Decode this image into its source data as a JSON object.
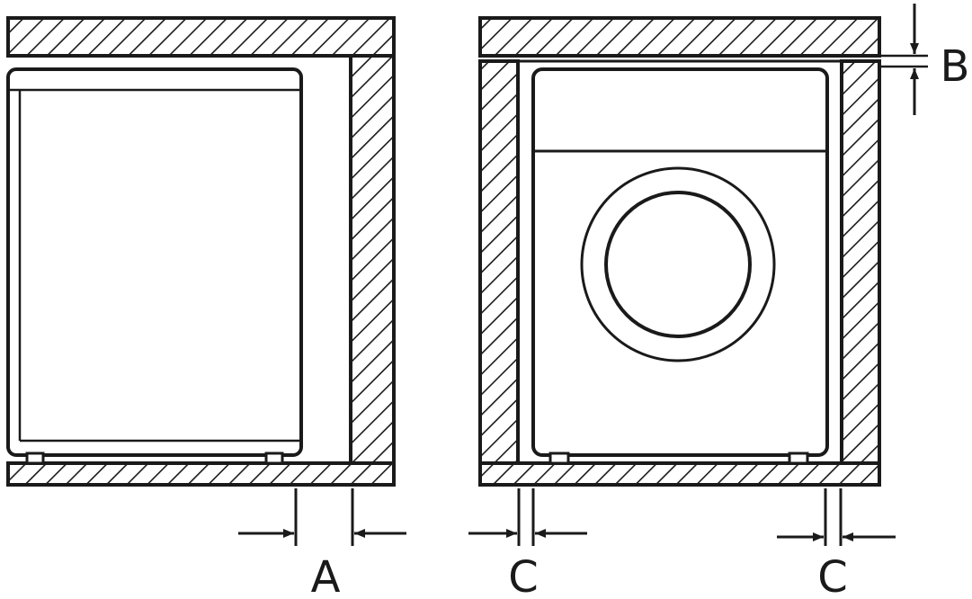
{
  "diagram": {
    "labels": {
      "a": "A",
      "b": "B",
      "c_left": "C",
      "c_right": "C"
    },
    "colors": {
      "line": "#1a1a1a",
      "background": "#ffffff"
    }
  }
}
